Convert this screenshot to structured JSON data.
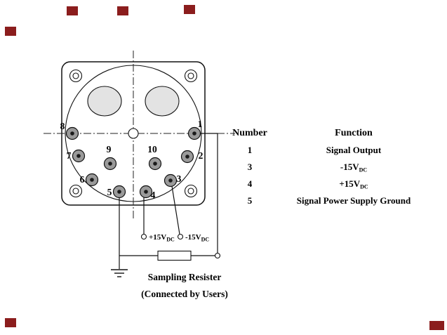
{
  "colors": {
    "mark_red": "#8b1d1d"
  },
  "pins": {
    "p1": "1",
    "p2": "2",
    "p3": "3",
    "p4": "4",
    "p5": "5",
    "p6": "6",
    "p7": "7",
    "p8": "8",
    "p9": "9",
    "p10": "10"
  },
  "terminals": {
    "plus15": {
      "main": "+15V",
      "sub": "DC"
    },
    "minus15": {
      "main": "-15V",
      "sub": "DC"
    }
  },
  "resistor": {
    "label": "Sampling Resister",
    "note": "(Connected by Users)"
  },
  "table": {
    "header_number": "Number",
    "header_function": "Function",
    "rows": [
      {
        "number": "1",
        "function": "Signal Output",
        "function_sub": ""
      },
      {
        "number": "3",
        "function": "-15V",
        "function_sub": "DC"
      },
      {
        "number": "4",
        "function": "+15V",
        "function_sub": "DC"
      },
      {
        "number": "5",
        "function": "Signal Power Supply Ground",
        "function_sub": ""
      }
    ]
  }
}
